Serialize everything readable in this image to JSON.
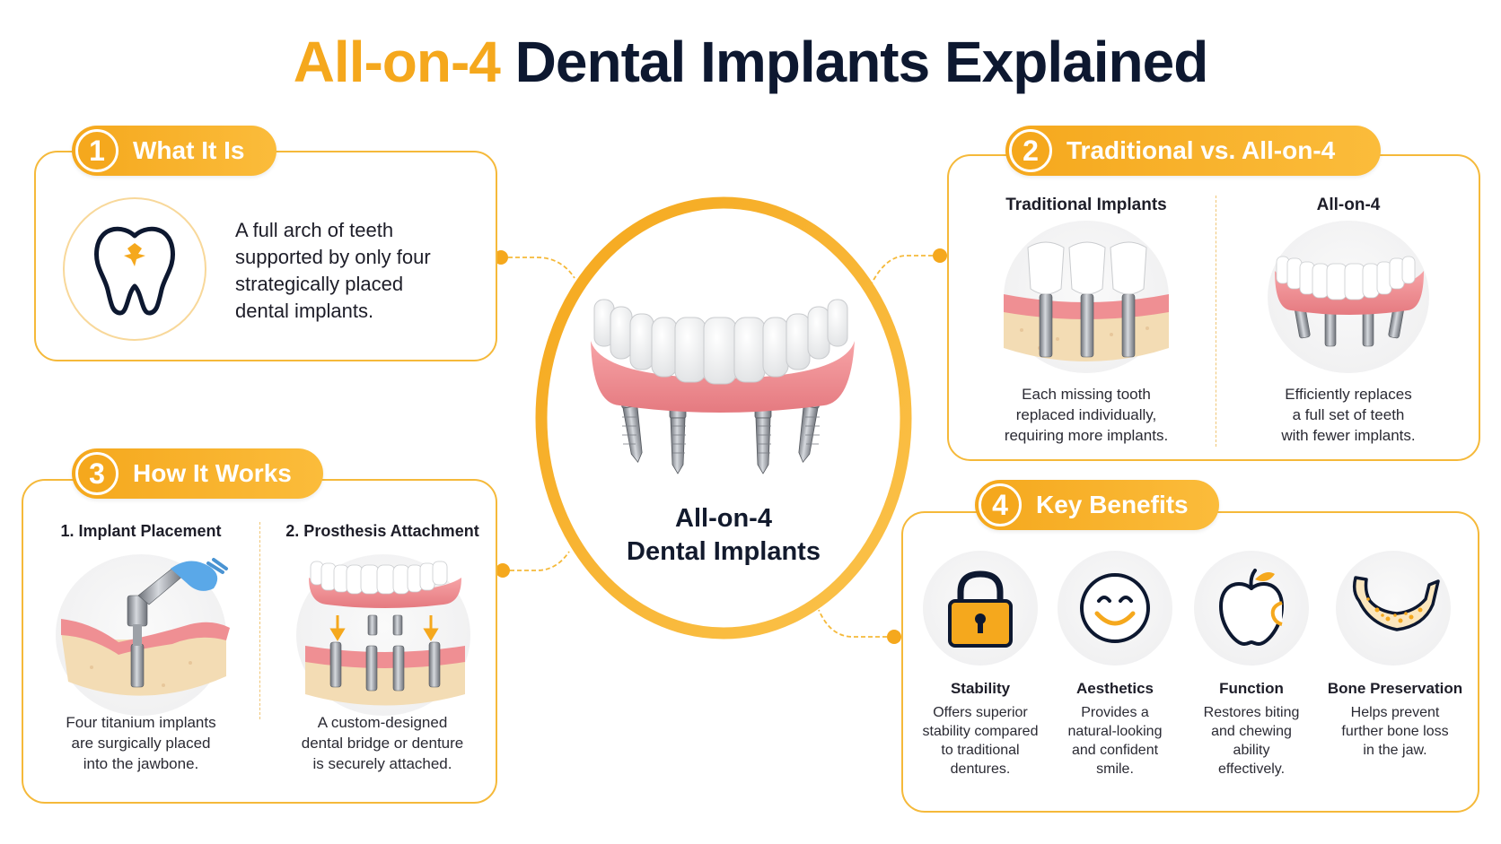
{
  "title": {
    "accent": "All-on-4",
    "main": "Dental Implants Explained"
  },
  "center": {
    "line1": "All-on-4",
    "line2": "Dental Implants"
  },
  "sections": {
    "what": {
      "number": "1",
      "title": "What It Is",
      "text": [
        "A full arch of teeth",
        "supported by only four",
        "strategically placed",
        "dental implants."
      ],
      "icon": "tooth-icon"
    },
    "compare": {
      "number": "2",
      "title": "Traditional vs. All-on-4",
      "left": {
        "heading": "Traditional Implants",
        "caption": [
          "Each missing tooth",
          "replaced individually,",
          "requiring more implants."
        ]
      },
      "right": {
        "heading": "All-on-4",
        "caption": [
          "Efficiently replaces",
          "a full set of teeth",
          "with fewer implants."
        ]
      }
    },
    "how": {
      "number": "3",
      "title": "How It Works",
      "step1": {
        "heading": "1. Implant Placement",
        "caption": [
          "Four titanium implants",
          "are surgically placed",
          "into the jawbone."
        ]
      },
      "step2": {
        "heading": "2. Prosthesis Attachment",
        "caption": [
          "A custom-designed",
          "dental bridge or denture",
          "is securely attached."
        ]
      }
    },
    "benefits": {
      "number": "4",
      "title": "Key Benefits",
      "items": [
        {
          "title": "Stability",
          "caption": [
            "Offers superior",
            "stability compared",
            "to traditional",
            "dentures."
          ],
          "icon": "lock-icon"
        },
        {
          "title": "Aesthetics",
          "caption": [
            "Provides a",
            "natural-looking",
            "and confident",
            "smile."
          ],
          "icon": "smiley-icon"
        },
        {
          "title": "Function",
          "caption": [
            "Restores biting",
            "and chewing",
            "ability",
            "effectively."
          ],
          "icon": "apple-icon"
        },
        {
          "title": "Bone Preservation",
          "caption": [
            "Helps prevent",
            "further bone loss",
            "in the jaw."
          ],
          "icon": "jawbone-icon"
        }
      ]
    }
  },
  "colors": {
    "accent": "#f5a81d",
    "navy": "#0d1830",
    "gum": "#ef8f93",
    "bone": "#f3dcb4"
  }
}
